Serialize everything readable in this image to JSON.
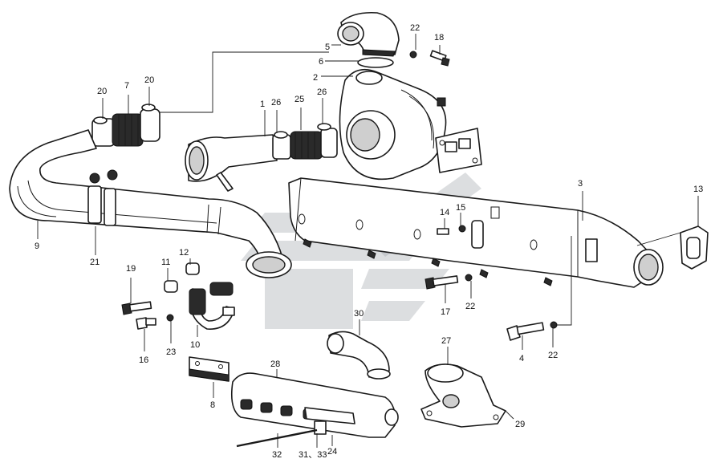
{
  "callouts": [
    {
      "id": "c1",
      "text": "1"
    },
    {
      "id": "c2",
      "text": "2"
    },
    {
      "id": "c3",
      "text": "3"
    },
    {
      "id": "c4",
      "text": "4"
    },
    {
      "id": "c5",
      "text": "5"
    },
    {
      "id": "c6",
      "text": "6"
    },
    {
      "id": "c7",
      "text": "7"
    },
    {
      "id": "c8",
      "text": "8"
    },
    {
      "id": "c9",
      "text": "9"
    },
    {
      "id": "c10",
      "text": "10"
    },
    {
      "id": "c11",
      "text": "11"
    },
    {
      "id": "c12",
      "text": "12"
    },
    {
      "id": "c13",
      "text": "13"
    },
    {
      "id": "c14",
      "text": "14"
    },
    {
      "id": "c15",
      "text": "15"
    },
    {
      "id": "c16",
      "text": "16"
    },
    {
      "id": "c17",
      "text": "17"
    },
    {
      "id": "c18",
      "text": "18"
    },
    {
      "id": "c19",
      "text": "19"
    },
    {
      "id": "c20a",
      "text": "20"
    },
    {
      "id": "c20b",
      "text": "20"
    },
    {
      "id": "c21",
      "text": "21"
    },
    {
      "id": "c22a",
      "text": "22"
    },
    {
      "id": "c22b",
      "text": "22"
    },
    {
      "id": "c22c",
      "text": "22"
    },
    {
      "id": "c23",
      "text": "23"
    },
    {
      "id": "c24",
      "text": "24"
    },
    {
      "id": "c25",
      "text": "25"
    },
    {
      "id": "c26a",
      "text": "26"
    },
    {
      "id": "c26b",
      "text": "26"
    },
    {
      "id": "c27",
      "text": "27"
    },
    {
      "id": "c28",
      "text": "28"
    },
    {
      "id": "c29",
      "text": "29"
    },
    {
      "id": "c30",
      "text": "30"
    },
    {
      "id": "c31_33",
      "text": "31、33"
    },
    {
      "id": "c32",
      "text": "32"
    }
  ]
}
